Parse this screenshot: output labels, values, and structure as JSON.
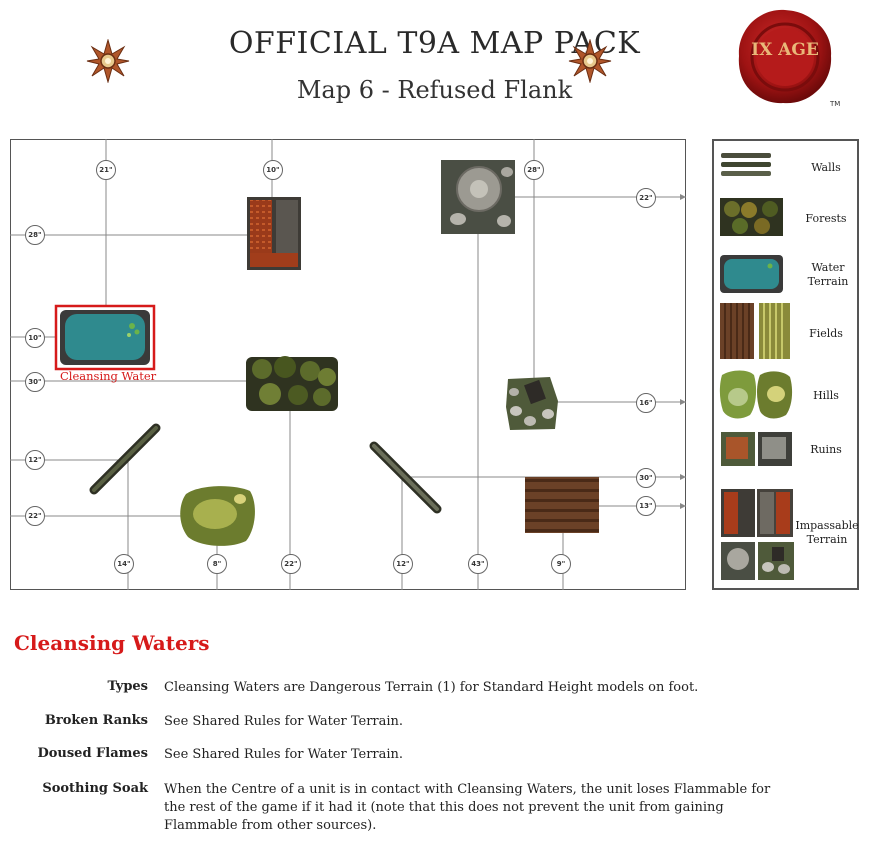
{
  "header": {
    "title": "OFFICIAL T9A MAP PACK",
    "subtitle": "Map 6 - Refused Flank",
    "seal_text": "IX AGE",
    "trademark": "TM"
  },
  "map": {
    "highlight_label": "Cleansing Water",
    "measurements": [
      "21\"",
      "10\"",
      "28\"",
      "22\"",
      "28\"",
      "10\"",
      "30\"",
      "16\"",
      "12\"",
      "30\"",
      "22\"",
      "13\"",
      "14\"",
      "8\"",
      "22\"",
      "12\"",
      "43\"",
      "9\""
    ]
  },
  "legend": {
    "items": [
      {
        "label": "Walls"
      },
      {
        "label": "Forests"
      },
      {
        "label": "Water Terrain"
      },
      {
        "label": "Fields"
      },
      {
        "label": "Hills"
      },
      {
        "label": "Ruins"
      },
      {
        "label": "Impassable Terrain"
      }
    ]
  },
  "section": {
    "title": "Cleansing Waters",
    "rules": [
      {
        "name": "Types",
        "text": "Cleansing Waters are Dangerous Terrain (1) for Standard Height models on foot."
      },
      {
        "name": "Broken Ranks",
        "text": "See Shared Rules for Water Terrain."
      },
      {
        "name": "Doused Flames",
        "text": "See Shared Rules for Water Terrain."
      },
      {
        "name": "Soothing Soak",
        "text": "When the Centre of a unit is in contact with Cleansing Waters, the unit loses Flammable for the rest of the game if it had it (note that this does not prevent the unit from gaining Flammable from other sources)."
      }
    ]
  },
  "colors": {
    "accent_red": "#d61a1a",
    "water": "#2f8a8e",
    "forest": "#4d5a2a",
    "field": "#5a3a22",
    "border": "#555555"
  }
}
